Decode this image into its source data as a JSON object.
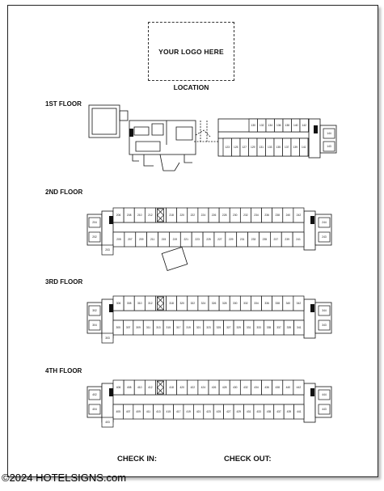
{
  "logo": {
    "text": "YOUR LOGO HERE",
    "location_label": "LOCATION"
  },
  "floors": [
    {
      "label": "1ST FLOOR",
      "top_rooms": [
        "130",
        "132",
        "134",
        "136",
        "138",
        "140",
        "142"
      ],
      "bottom_rooms": [
        "123",
        "125",
        "127",
        "129",
        "131",
        "133",
        "135",
        "137",
        "139",
        "141"
      ],
      "end_rooms": [
        "144",
        "143"
      ]
    },
    {
      "label": "2ND FLOOR",
      "top_rooms": [
        "206",
        "208",
        "210",
        "212",
        "216",
        "218",
        "220",
        "222",
        "224",
        "226",
        "228",
        "230",
        "232",
        "234",
        "236",
        "238",
        "240",
        "242"
      ],
      "bottom_rooms": [
        "205",
        "207",
        "209",
        "211",
        "215",
        "219",
        "221",
        "223",
        "225",
        "227",
        "229",
        "231",
        "233",
        "235",
        "237",
        "239",
        "241"
      ],
      "end_left": [
        "204",
        "202",
        "203"
      ],
      "end_right": [
        "244",
        "243"
      ]
    },
    {
      "label": "3RD FLOOR",
      "top_rooms": [
        "306",
        "308",
        "310",
        "312",
        "316",
        "318",
        "320",
        "322",
        "324",
        "326",
        "328",
        "330",
        "332",
        "334",
        "336",
        "338",
        "340",
        "342"
      ],
      "bottom_rooms": [
        "305",
        "307",
        "309",
        "311",
        "313",
        "315",
        "317",
        "319",
        "321",
        "323",
        "325",
        "327",
        "329",
        "331",
        "333",
        "335",
        "337",
        "339",
        "341"
      ],
      "end_left": [
        "302",
        "304",
        "303"
      ],
      "end_right": [
        "344",
        "343"
      ]
    },
    {
      "label": "4TH FLOOR",
      "top_rooms": [
        "406",
        "408",
        "410",
        "412",
        "416",
        "418",
        "420",
        "422",
        "424",
        "426",
        "428",
        "430",
        "432",
        "434",
        "436",
        "438",
        "440",
        "442"
      ],
      "bottom_rooms": [
        "405",
        "407",
        "409",
        "411",
        "413",
        "415",
        "417",
        "419",
        "421",
        "423",
        "425",
        "427",
        "429",
        "431",
        "433",
        "435",
        "437",
        "439",
        "441"
      ],
      "end_left": [
        "402",
        "404",
        "403"
      ],
      "end_right": [
        "444",
        "443"
      ]
    }
  ],
  "footer": {
    "check_in": "CHECK IN:",
    "check_out": "CHECK OUT:"
  },
  "copyright": "©2024 HOTELSIGNS.com"
}
